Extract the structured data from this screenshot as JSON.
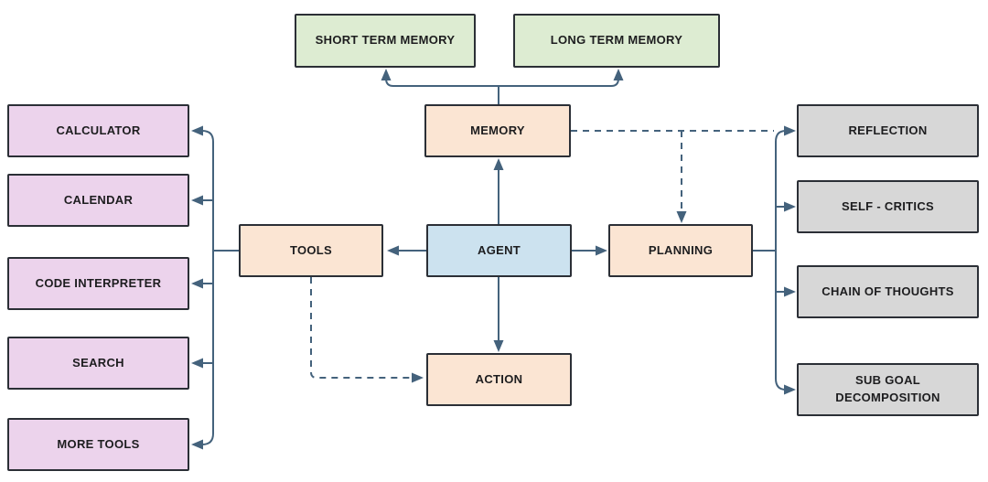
{
  "diagram": {
    "type": "flowchart",
    "nodes": {
      "short_term_memory": {
        "label": "SHORT TERM MEMORY",
        "fill": "#ddecd2"
      },
      "long_term_memory": {
        "label": "LONG TERM MEMORY",
        "fill": "#ddecd2"
      },
      "memory": {
        "label": "MEMORY",
        "fill": "#fbe5d3"
      },
      "agent": {
        "label": "AGENT",
        "fill": "#cce2ef"
      },
      "tools": {
        "label": "TOOLS",
        "fill": "#fbe5d3"
      },
      "planning": {
        "label": "PLANNING",
        "fill": "#fbe5d3"
      },
      "action": {
        "label": "ACTION",
        "fill": "#fbe5d3"
      },
      "calculator": {
        "label": "CALCULATOR",
        "fill": "#ecd3ec"
      },
      "calendar": {
        "label": "CALENDAR",
        "fill": "#ecd3ec"
      },
      "code_interpreter": {
        "label": "CODE INTERPRETER",
        "fill": "#ecd3ec"
      },
      "search": {
        "label": "SEARCH",
        "fill": "#ecd3ec"
      },
      "more_tools": {
        "label": "MORE TOOLS",
        "fill": "#ecd3ec"
      },
      "reflection": {
        "label": "REFLECTION",
        "fill": "#d7d7d7"
      },
      "self_critics": {
        "label": "SELF - CRITICS",
        "fill": "#d7d7d7"
      },
      "chain_of_thoughts": {
        "label": "CHAIN OF THOUGHTS",
        "fill": "#d7d7d7"
      },
      "sub_goal_decomposition": {
        "label": "SUB GOAL DECOMPOSITION",
        "fill": "#d7d7d7"
      }
    },
    "edges": [
      {
        "from": "memory",
        "to": "short_term_memory",
        "style": "solid"
      },
      {
        "from": "memory",
        "to": "long_term_memory",
        "style": "solid"
      },
      {
        "from": "agent",
        "to": "memory",
        "style": "solid"
      },
      {
        "from": "agent",
        "to": "tools",
        "style": "solid"
      },
      {
        "from": "agent",
        "to": "planning",
        "style": "solid"
      },
      {
        "from": "agent",
        "to": "action",
        "style": "solid"
      },
      {
        "from": "tools",
        "to": "calculator",
        "style": "solid"
      },
      {
        "from": "tools",
        "to": "calendar",
        "style": "solid"
      },
      {
        "from": "tools",
        "to": "code_interpreter",
        "style": "solid"
      },
      {
        "from": "tools",
        "to": "search",
        "style": "solid"
      },
      {
        "from": "tools",
        "to": "more_tools",
        "style": "solid"
      },
      {
        "from": "tools",
        "to": "action",
        "style": "dashed"
      },
      {
        "from": "memory",
        "to": "planning",
        "style": "dashed"
      },
      {
        "from": "memory",
        "to": "reflection",
        "style": "dashed"
      },
      {
        "from": "planning",
        "to": "reflection",
        "style": "solid"
      },
      {
        "from": "planning",
        "to": "self_critics",
        "style": "solid"
      },
      {
        "from": "planning",
        "to": "chain_of_thoughts",
        "style": "solid"
      },
      {
        "from": "planning",
        "to": "sub_goal_decomposition",
        "style": "solid"
      }
    ],
    "colors": {
      "background": "#ffffff",
      "connector": "#44627c",
      "node_border": "#2b2f36",
      "text": "#1d1d1f",
      "green": "#ddecd2",
      "peach": "#fbe5d3",
      "blue": "#cce2ef",
      "purple": "#ecd3ec",
      "gray": "#d7d7d7"
    }
  }
}
